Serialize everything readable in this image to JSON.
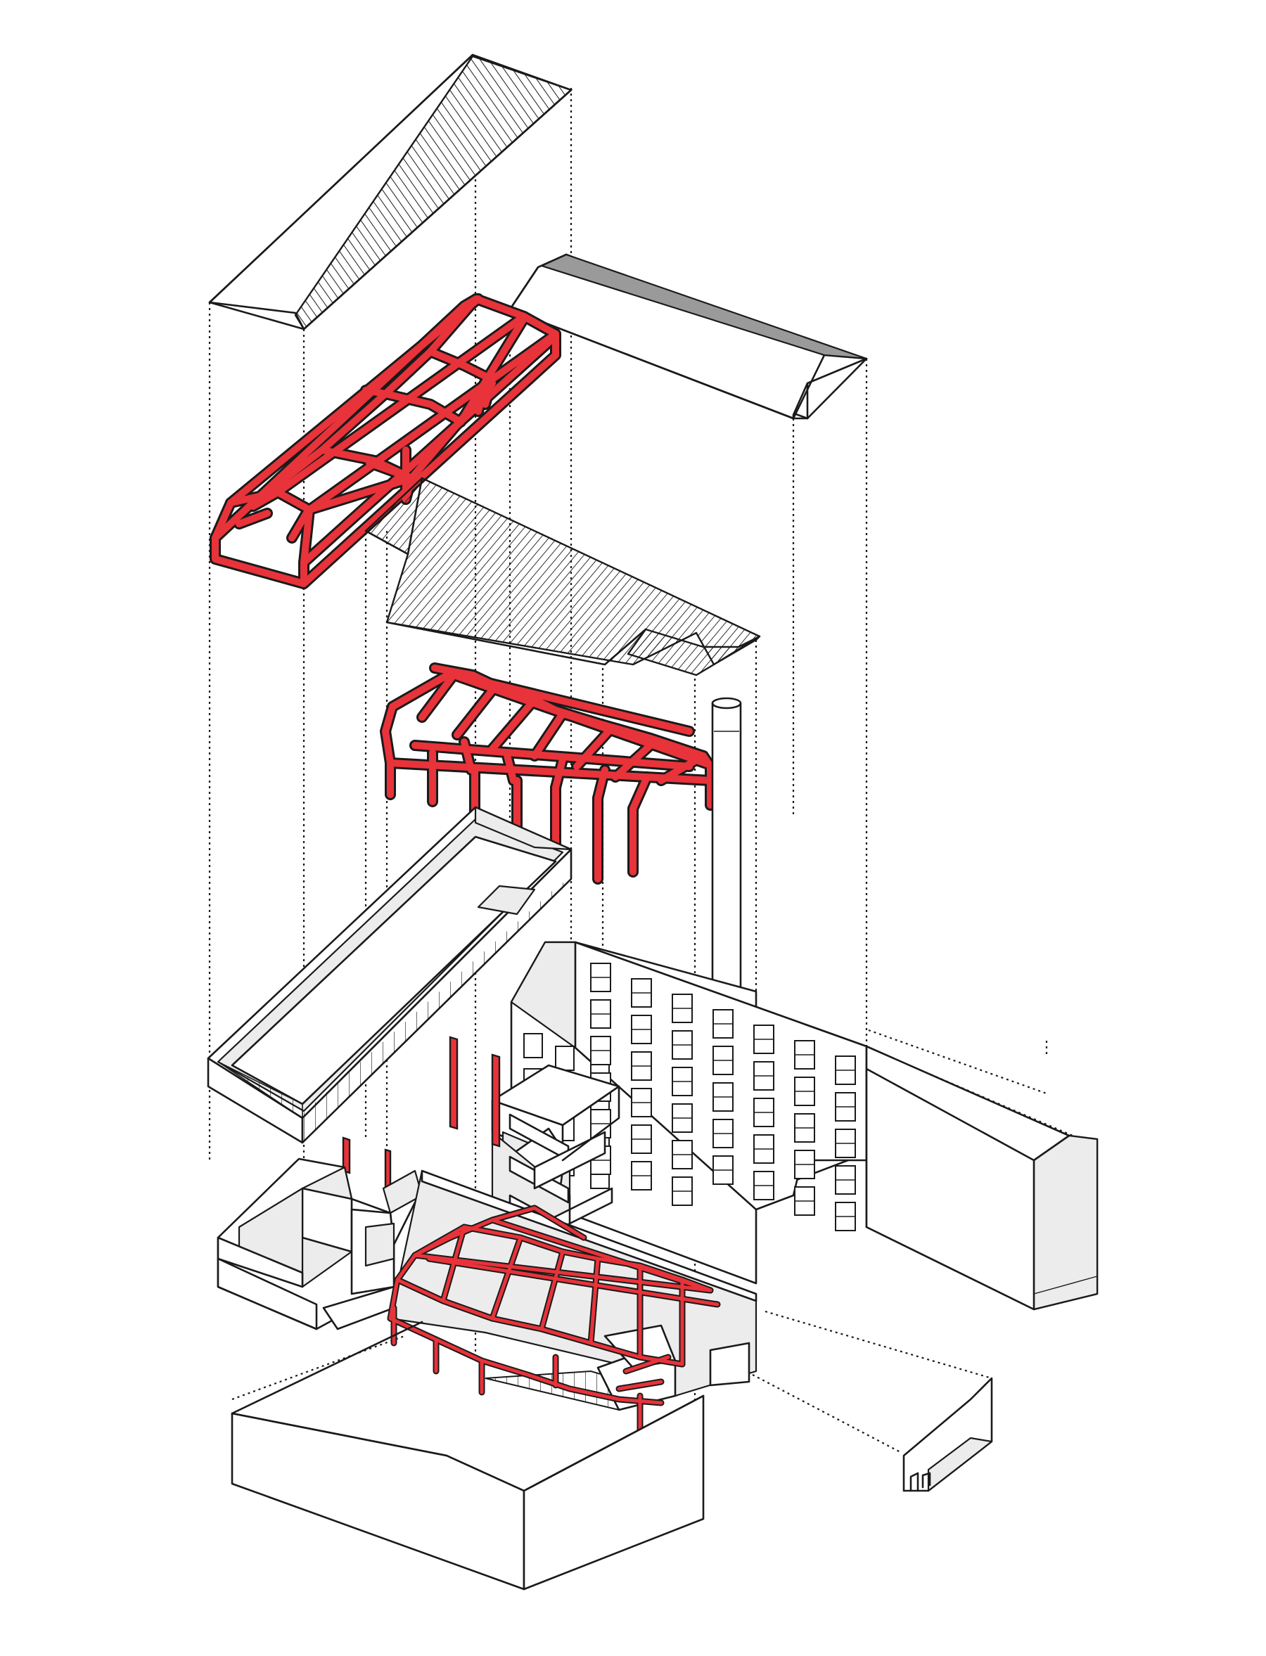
{
  "diagram": {
    "type": "exploded-axonometric",
    "colors": {
      "structure": "#e8333a",
      "line": "#1a1a1a",
      "background": "#ffffff",
      "shade": "#ececec"
    },
    "layers": [
      "roof-upper",
      "steel-frame-upper",
      "roof-existing",
      "roof-middle",
      "steel-frame-middle",
      "chimney",
      "hall-volume",
      "mill-building",
      "stair-core",
      "red-columns",
      "annex-volume",
      "steel-frame-lower",
      "base-volume",
      "rear-wing"
    ]
  }
}
